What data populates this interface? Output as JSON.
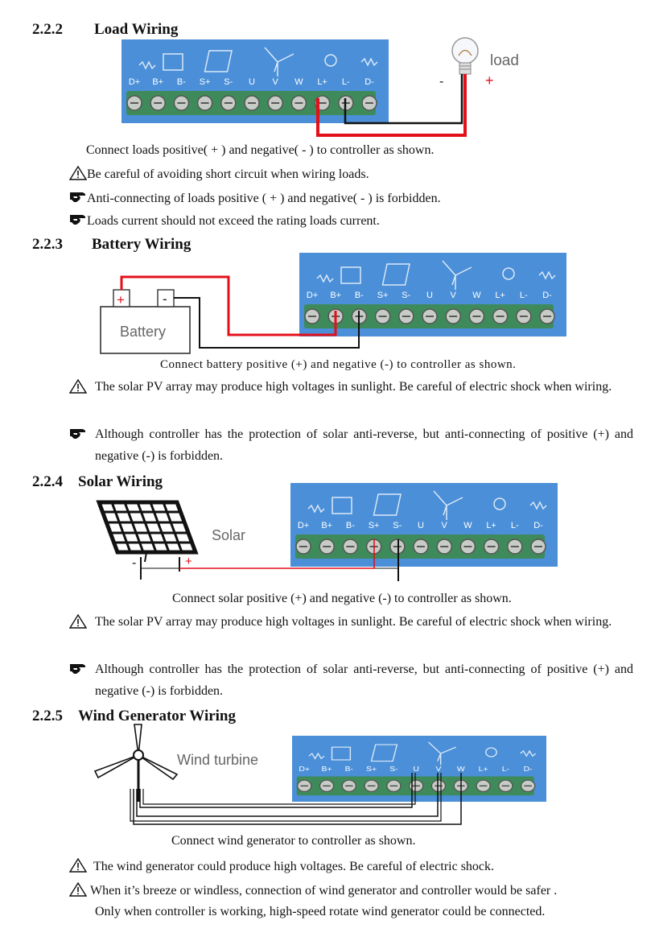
{
  "sections": [
    {
      "number": "2.2.2",
      "title": "Load Wiring"
    },
    {
      "number": "2.2.3",
      "title": "Battery Wiring"
    },
    {
      "number": "2.2.4",
      "title": "Solar Wiring"
    },
    {
      "number": "2.2.5",
      "title": "Wind Generator Wiring"
    }
  ],
  "terminals": [
    "D+",
    "B+",
    "B-",
    "S+",
    "S-",
    "U",
    "V",
    "W",
    "L+",
    "L-",
    "D-"
  ],
  "colors": {
    "panel": "#4a8fd8",
    "terminal_block": "#3f8a5a",
    "screw": "#c8ccc6",
    "wire_red": "#e3101a",
    "wire_black": "#111111"
  },
  "load": {
    "label": "load",
    "minus": "-",
    "plus": "+",
    "caption": "Connect loads positive( + ) and negative(  -  ) to controller as shown.",
    "notes": [
      {
        "icon": "warning-icon",
        "text": "Be careful of avoiding short circuit when wiring loads."
      },
      {
        "icon": "pointing-hand-icon",
        "text": "Anti-connecting of loads positive ( + ) and negative(  -  ) is forbidden."
      },
      {
        "icon": "pointing-hand-icon",
        "text": "Loads current should not exceed the rating loads current."
      }
    ]
  },
  "battery": {
    "label": "Battery",
    "plus": "+",
    "minus": "-",
    "caption": "Connect battery positive (+) and negative (-) to controller as shown.",
    "notes": [
      {
        "icon": "warning-icon",
        "text": "The solar PV array may produce high voltages in sunlight. Be careful of electric shock when wiring."
      },
      {
        "icon": "pointing-hand-icon",
        "text": "Although controller has the protection of solar anti-reverse, but anti-connecting of positive (+) and negative (-) is forbidden."
      }
    ]
  },
  "solar": {
    "label": "Solar",
    "minus": "-",
    "plus": "+",
    "caption": "Connect  solar positive (+) and negative (-) to controller as shown.",
    "notes": [
      {
        "icon": "warning-icon",
        "text": "The solar PV array may produce high voltages in sunlight. Be careful of electric shock when wiring."
      },
      {
        "icon": "pointing-hand-icon",
        "text": "Although controller has the protection of solar anti-reverse, but anti-connecting of positive (+) and negative (-) is forbidden."
      }
    ]
  },
  "wind": {
    "label": "Wind turbine",
    "caption": "Connect wind generator to controller as shown.",
    "notes": [
      {
        "icon": "warning-icon",
        "text": "The wind generator could produce high voltages. Be careful of electric shock."
      },
      {
        "icon": "warning-icon",
        "text": "When it’s breeze or windless, connection of wind generator and controller would be safer ."
      },
      {
        "icon": "none",
        "text": "Only when controller is working, high-speed rotate wind generator could be connected."
      }
    ]
  }
}
